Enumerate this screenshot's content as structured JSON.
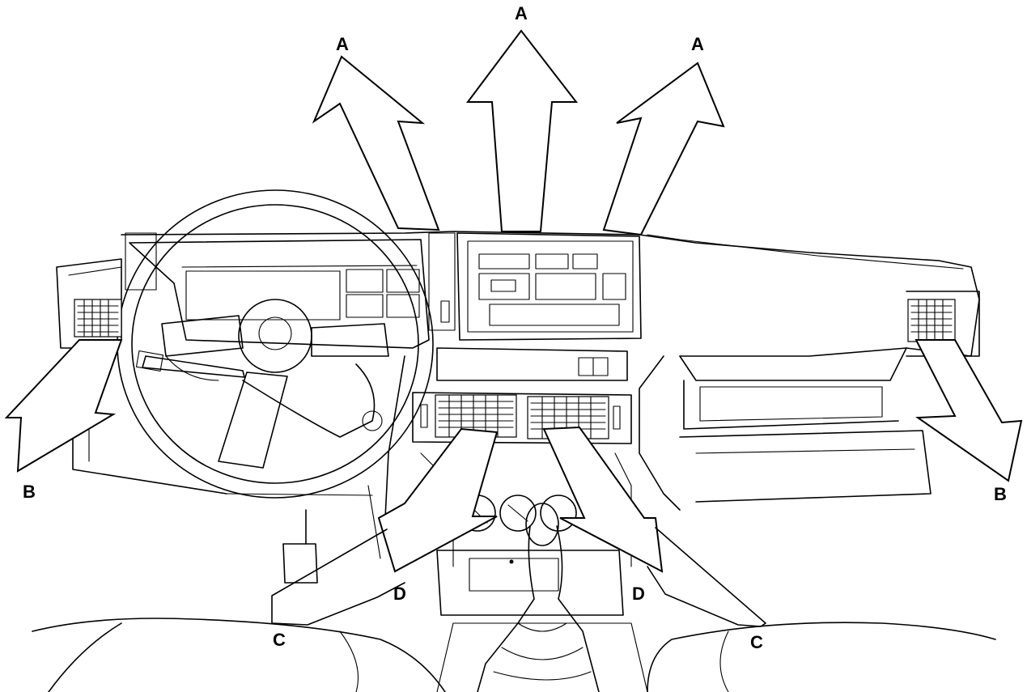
{
  "labels": {
    "a_left": "A",
    "a_center": "A",
    "a_right": "A",
    "b_left": "B",
    "b_right": "B",
    "c_left": "C",
    "c_right": "C",
    "d_left": "D",
    "d_right": "D"
  },
  "colors": {
    "ink": "#000000",
    "paper": "#ffffff"
  }
}
